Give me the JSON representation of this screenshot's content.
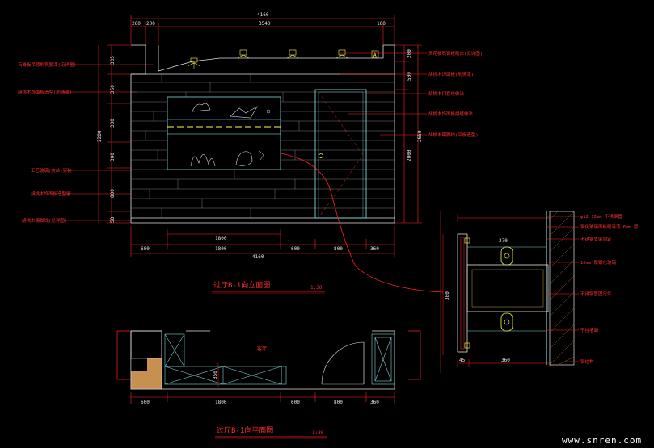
{
  "drawing": {
    "top_dims": {
      "overall": "4160",
      "seg_a": "260",
      "seg_b": "200",
      "seg_c": "3540",
      "seg_d": "160"
    },
    "bottom_dims_elev": {
      "a": "600",
      "b": "1800",
      "c": "600",
      "d": "800",
      "e": "360",
      "overall": "4160",
      "inner": "1800"
    },
    "left_dims": [
      "335",
      "350",
      "300",
      "2200",
      "300",
      "800",
      "50"
    ],
    "right_dims_inner": [
      "200",
      "500",
      "2000"
    ],
    "right_dims_outer": [
      "2650"
    ],
    "left_annotations": [
      "石膏板吊顶刷乳胶漆(见详图)",
      "胡桃木饰面板造型(刷清漆)",
      "工艺玻璃(夹丝)安装",
      "胡桃木饰面板造型墙",
      "胡桃木踢脚线(见详图)"
    ],
    "right_annotations": [
      "天花板石膏板刷白(见详图)",
      "胡桃木饰面板(刷清漆)",
      "胡桃木门套线做法",
      "胡桃木饰面板拼缝做法",
      "胡桃木踢脚线(平板造型)"
    ],
    "detail_annotations": [
      "φ12 10mm 不锈钢管",
      "钢化玻璃面板刷清漆 6mm 厚",
      "不锈钢支架固定",
      "10mm 厚钢化玻璃",
      "不锈钢管固定件",
      "干挂墙面",
      "钢结构"
    ],
    "detail_dims": {
      "top": "270",
      "left": "380",
      "bottom_a": "45",
      "bottom_b": "360"
    },
    "elevation_title": "过厅B-1向立面图",
    "elevation_scale": "1:30",
    "plan_title": "过厅B-1向平面图",
    "plan_scale": "1:30",
    "plan_dims": {
      "a": "600",
      "b": "1800",
      "c": "600",
      "d": "800",
      "e": "360"
    },
    "plan_room_label": "客厅",
    "plan_mid_dim": "350",
    "marker_label": "A"
  },
  "watermark": "www.snren.com",
  "colors": {
    "background": "#000000",
    "dim_line": "#ff2020",
    "wall": "#e0e0e0",
    "panel": "#7fd4d4",
    "accent": "#ffff40",
    "wood": "#c89050"
  }
}
